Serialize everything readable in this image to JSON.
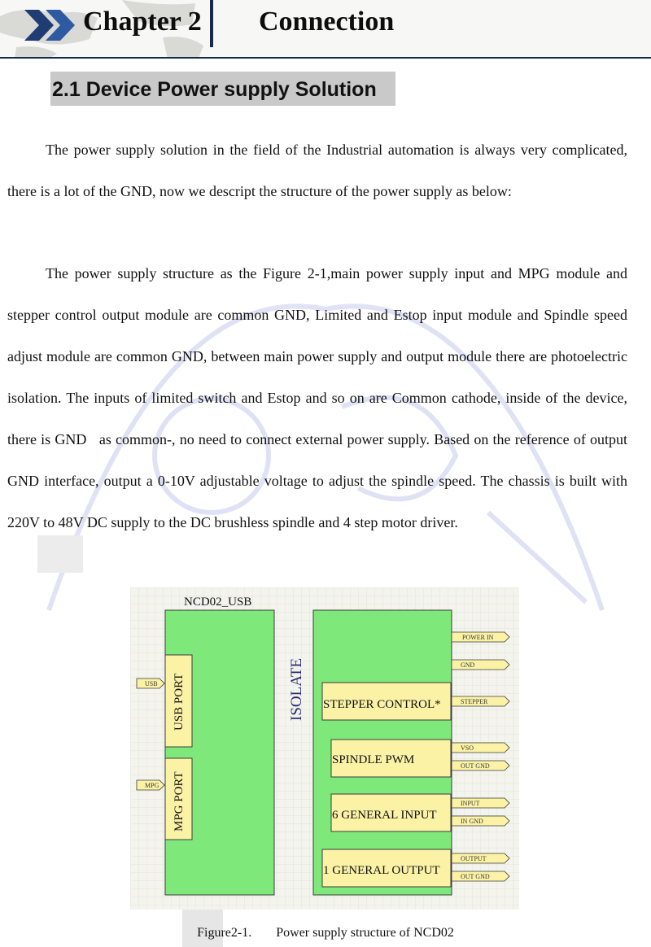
{
  "header": {
    "chapter": "Chapter 2",
    "title": "Connection"
  },
  "section": {
    "heading": "2.1  Device Power supply Solution"
  },
  "paragraphs": [
    "The power supply solution in the field of the Industrial automation is always very complicated, there is a lot of the GND, now we descript the structure of the power supply as below:",
    "The power supply structure as the Figure 2-1,main power supply input and MPG module and stepper control output module are common GND, Limited and Estop input module and Spindle speed adjust module are common GND, between main power supply and output module there are photoelectric isolation. The inputs of limited switch and Estop and so on are Common cathode, inside of the device, there is GND   as common-, no need to connect external power supply. Based on the reference of output GND interface, output a 0-10V adjustable voltage to adjust the spindle speed. The chassis is built with 220V to 48V DC supply to the DC brushless spindle and 4 step motor driver."
  ],
  "figure": {
    "device_label": "NCD02_USB",
    "isolate_label": "ISOLATE",
    "left_ports": [
      {
        "module": "USB PORT",
        "pin": "USB"
      },
      {
        "module": "MPG PORT",
        "pin": "MPG"
      }
    ],
    "right_modules": [
      {
        "name": "STEPPER CONTROL*",
        "pins": [
          "STEPPER"
        ]
      },
      {
        "name": "SPINDLE PWM",
        "pins": [
          "VSO",
          "OUT GND"
        ]
      },
      {
        "name": "6 GENERAL INPUT",
        "pins": [
          "INPUT",
          "IN GND"
        ]
      },
      {
        "name": "1 GENERAL OUTPUT",
        "pins": [
          "OUTPUT",
          "OUT GND"
        ]
      }
    ],
    "top_pins": [
      "POWER IN",
      "GND"
    ],
    "colors": {
      "block_fill": "#7fe87a",
      "port_fill": "#fbf2a6",
      "grid_bg": "#f4f4ee",
      "outline": "#3b3b3b"
    }
  },
  "caption": {
    "number": "Figure2-1.",
    "text": "Power supply structure of NCD02"
  }
}
